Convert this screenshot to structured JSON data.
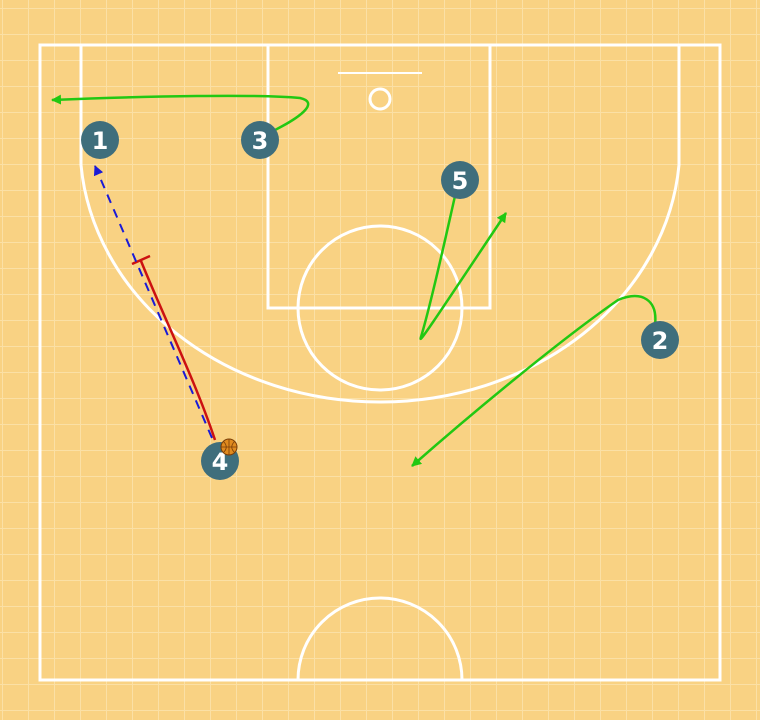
{
  "diagram": {
    "type": "basketball-half-court-play",
    "colors": {
      "background": "#f9d283",
      "grid": "#fbe0a5",
      "court_lines": "#ffffff",
      "player_fill": "#3f6e7c",
      "player_text": "#ffffff",
      "movement": "#22c812",
      "pass": "#1a1ad6",
      "dribble": "#cc1111",
      "ball": "#e08a1e"
    },
    "players": [
      {
        "id": "player-1",
        "label": "1"
      },
      {
        "id": "player-2",
        "label": "2"
      },
      {
        "id": "player-3",
        "label": "3"
      },
      {
        "id": "player-4",
        "label": "4",
        "has_ball": true
      },
      {
        "id": "player-5",
        "label": "5"
      }
    ],
    "actions": [
      {
        "type": "cut",
        "player": "3",
        "icon": "movement-arrow-icon"
      },
      {
        "type": "cut",
        "player": "5",
        "icon": "movement-arrow-icon"
      },
      {
        "type": "cut",
        "player": "2",
        "icon": "movement-arrow-icon"
      },
      {
        "type": "dribble",
        "player": "4",
        "icon": "dribble-line-icon"
      },
      {
        "type": "pass",
        "from": "4",
        "to": "1",
        "icon": "pass-arrow-icon"
      }
    ]
  }
}
